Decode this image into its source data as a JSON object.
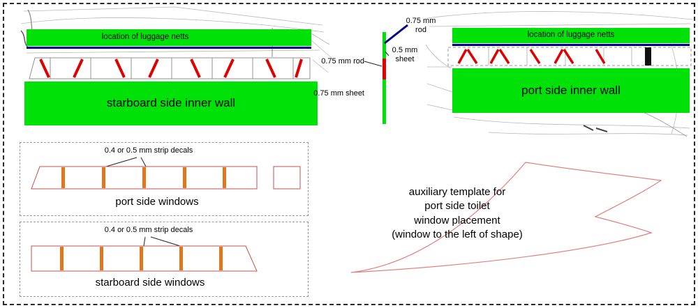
{
  "colors": {
    "green": "#00e207",
    "blue": "#00008b",
    "red": "#e00000",
    "orange": "#e0771c",
    "window_outline": "#c0504d",
    "pink": "#e08080"
  },
  "starboard_wall": {
    "luggage_label": "location  of luggage netts",
    "title": "starboard side inner wall"
  },
  "port_wall": {
    "luggage_label": "location  of luggage netts",
    "title": "port side inner wall"
  },
  "cross_section": {
    "rod_top": "0.75 mm rod",
    "sheet_thin": "0.5 mm sheet",
    "rod_left": "0.75 mm rod",
    "sheet_thick": "0.75 mm sheet"
  },
  "port_windows": {
    "decals": "0.4 or 0.5 mm strip decals",
    "title": "port side windows"
  },
  "starboard_windows": {
    "decals": "0.4 or 0.5 mm strip decals",
    "title": "starboard side windows"
  },
  "aux_template": {
    "line1": "auxiliary template for",
    "line2": "port side toilet",
    "line3": "window placement",
    "line4": "(window to the left of shape)"
  }
}
